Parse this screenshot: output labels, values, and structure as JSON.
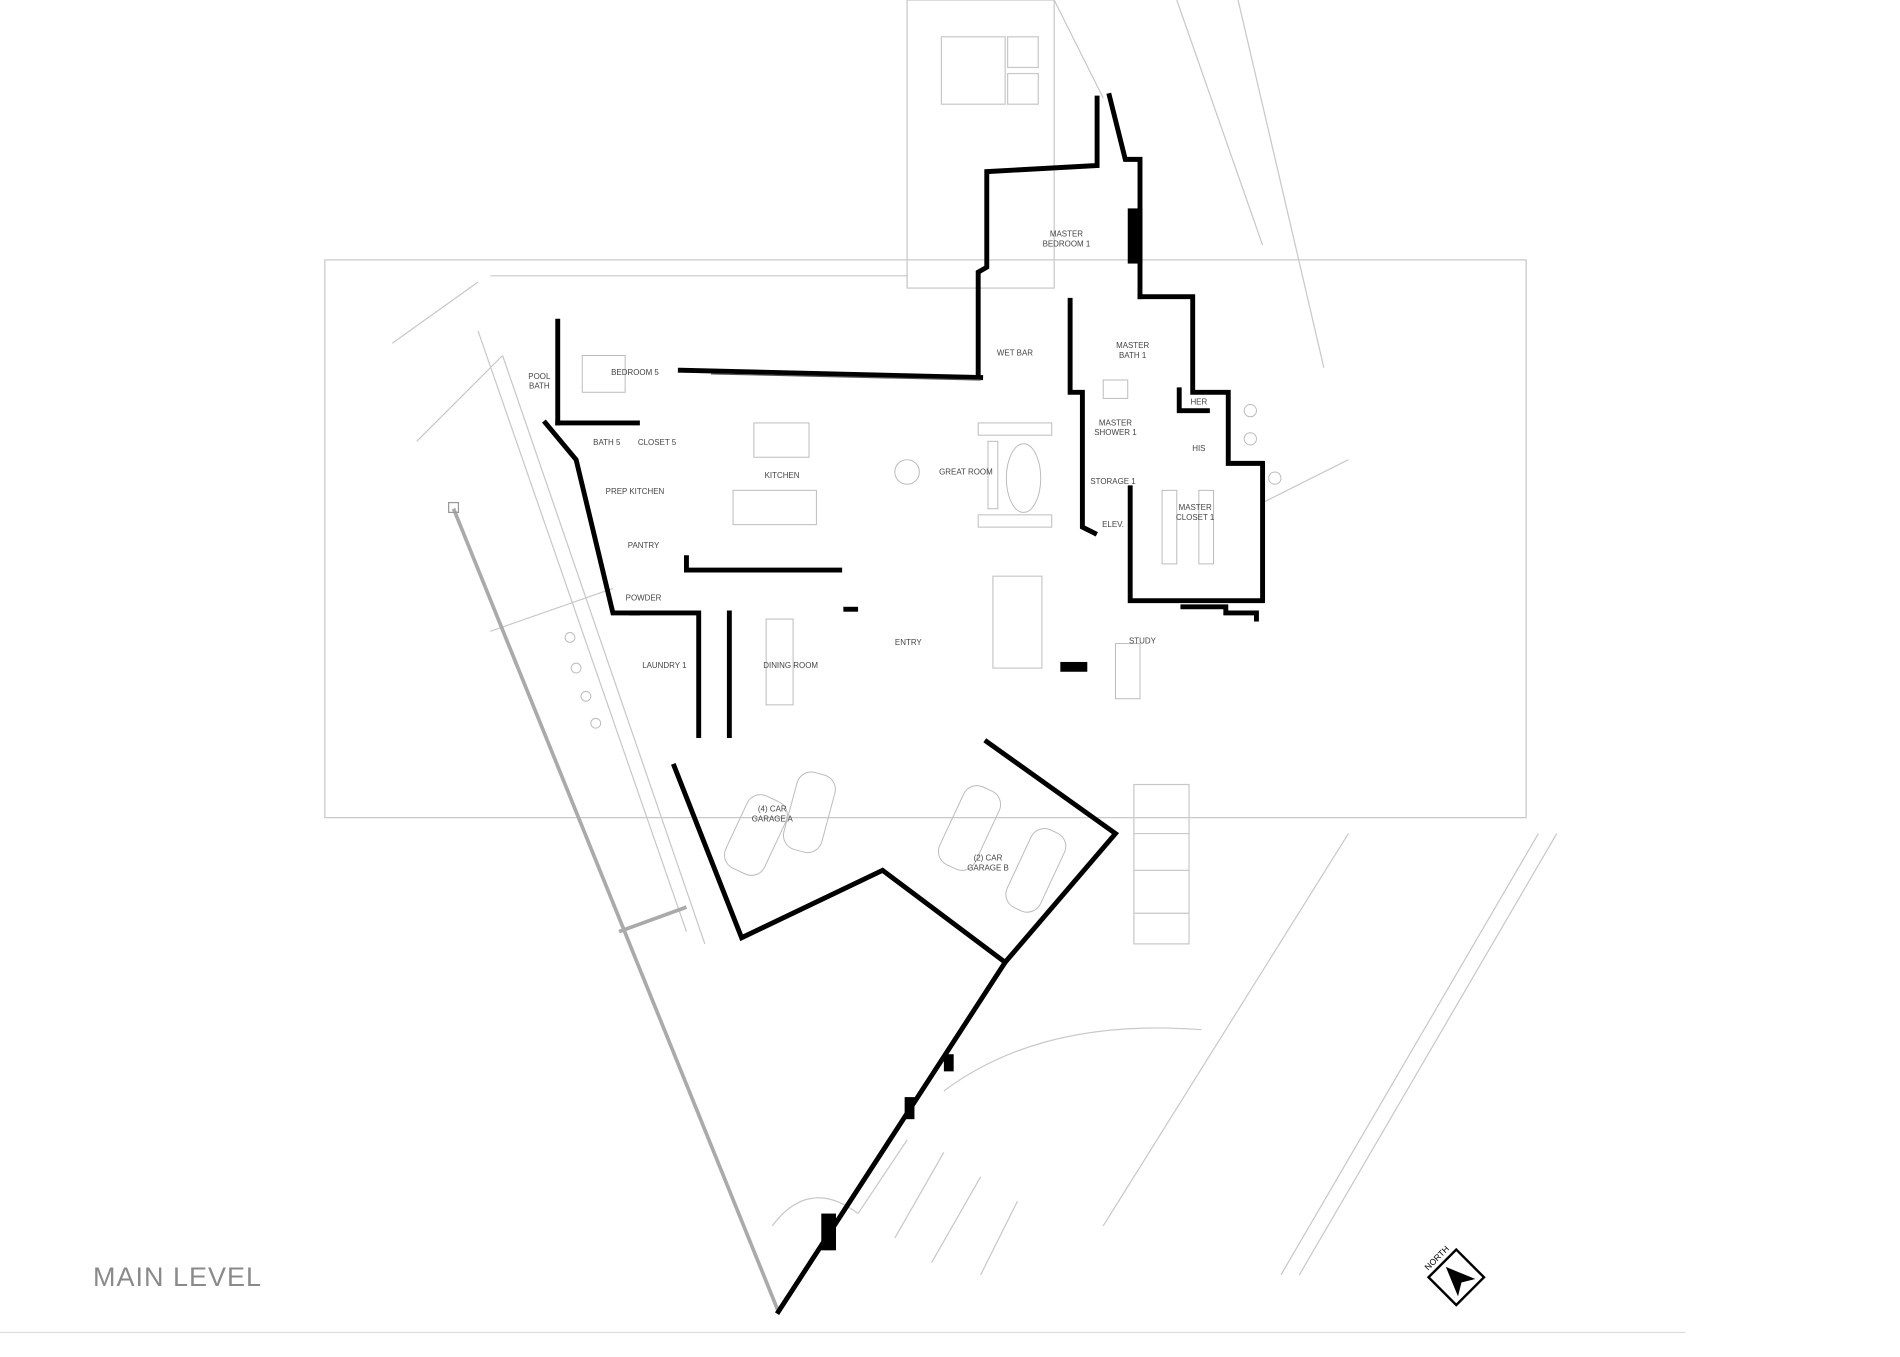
{
  "title": "MAIN LEVEL",
  "north_label": "NORTH",
  "rooms": {
    "master_bedroom": [
      "MASTER",
      "BEDROOM 1"
    ],
    "wet_bar": "WET BAR",
    "master_bath": [
      "MASTER",
      "BATH 1"
    ],
    "her": "HER",
    "his": "HIS",
    "master_shower": [
      "MASTER",
      "SHOWER 1"
    ],
    "storage": "STORAGE 1",
    "elev": "ELEV.",
    "master_closet": [
      "MASTER",
      "CLOSET 1"
    ],
    "pool_bath": [
      "POOL",
      "BATH"
    ],
    "bedroom5": "BEDROOM 5",
    "bath5": "BATH 5",
    "closet5": "CLOSET 5",
    "kitchen": "KITCHEN",
    "great_room": "GREAT ROOM",
    "prep_kitchen": "PREP KITCHEN",
    "pantry": "PANTRY",
    "powder": "POWDER",
    "laundry": "LAUNDRY 1",
    "dining": "DINING ROOM",
    "entry": "ENTRY",
    "study": "STUDY",
    "garage_a": [
      "(4) CAR",
      "GARAGE A"
    ],
    "garage_b": [
      "(2) CAR",
      "GARAGE B"
    ]
  }
}
